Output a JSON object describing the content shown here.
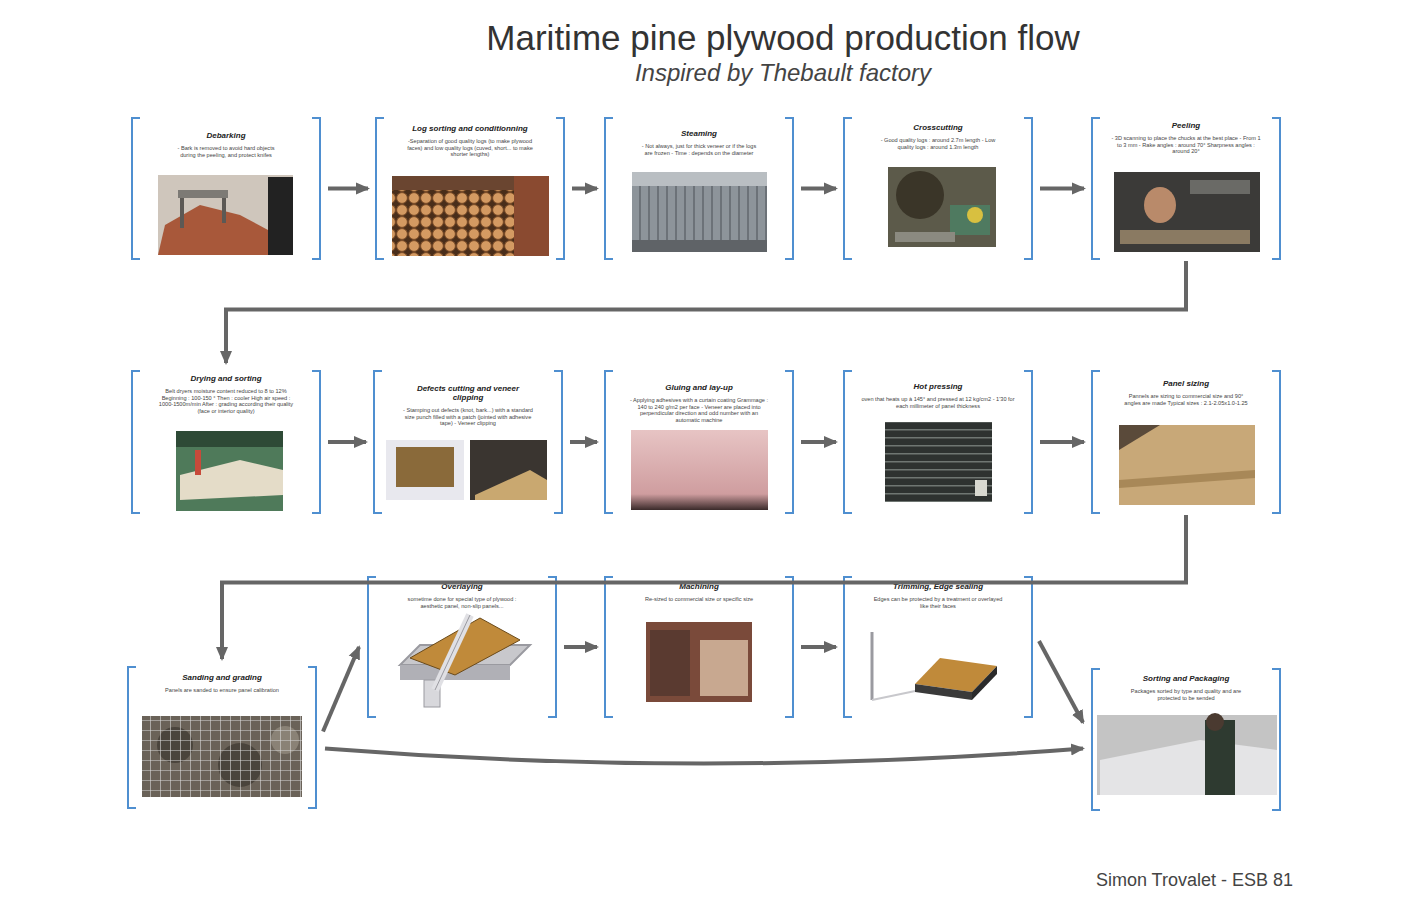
{
  "diagram": {
    "title": "Maritime pine plywood production flow",
    "nodes": [
      {
        "text": [
          "Debarking",
          "- Bark is removed to avoid hard objects during the peeling, and protect knifes"
        ]
      },
      {
        "text": [
          "Log sorting and conditionning",
          "-Separation of good quality logs (to make plywood faces) and low quality logs (cuved, short... to make shorter lengths)"
        ]
      },
      {
        "text": [
          "Steaming",
          "- Not always, just for thick veneer or if the logs are frozen - Time : depends on the diameter"
        ]
      },
      {
        "text": [
          "Crosscutting",
          "- Good quality logs : around 2.7m length - Low quality logs : around 1.3m length"
        ]
      },
      {
        "text": [
          "Peeling",
          "- 3D scanning to place the chucks at the best place - From 1 to 3 mm - Rake angles : around 70° Sharpness angles : around 20°"
        ]
      },
      {
        "text": [
          "Drying and sorting",
          "Belt dryers moisture content reduced to 8 to 12% Beginning : 100-150 ° Then : cooler High air speed : 1000-1500m/min After : grading according their quality (face or interior quality)"
        ]
      },
      {
        "text": [
          "Defects cutting and veneer clipping",
          "- Stamping out defects (knot, bark...) with a standard size punch filled with a patch (jointed with adhesive tape) - Veneer clipping"
        ]
      },
      {
        "text": [
          "Gluing and lay-up",
          "- Applying adhesives with a curtain coating Grammage : 140 to 240 g/m2 per face - Veneer are placed into perpendicular direction and odd number with an automatic machine"
        ]
      },
      {
        "text": [
          "Hot pressing",
          "oven that heats up à 145° and pressed at 12 kg/cm2 - 1'30 for each millimeter of panel thickness"
        ]
      },
      {
        "text": [
          "Panel sizing",
          "Pannels are sizing to commercial size and 90° angles are made Typical sizes : 2.1-2.05x1.0-1.25"
        ]
      },
      {
        "text": [
          "Sanding and grading",
          "Panels are sanded to ensure panel calibration"
        ]
      },
      {
        "text": [
          "Overlaying",
          "sometime done for special type of plywood : aesthetic panel, non-slip panels..."
        ]
      },
      {
        "text": [
          "Machining",
          "Re-sized to commercial size or specific size"
        ]
      },
      {
        "text": [
          "Trimming, Edge sealing",
          "Edges can be protected by a treatment or overlayed like their faces"
        ]
      },
      {
        "text": [
          "Sorting and Packaging",
          "Packages sorted by type and quality and are protected to be sended"
        ]
      }
    ],
    "edges": [
      {
        "from": 0,
        "to": 1,
        "arrow": "to"
      },
      {
        "from": 1,
        "to": 2,
        "arrow": "to"
      },
      {
        "from": 2,
        "to": 3,
        "arrow": "to"
      },
      {
        "from": 3,
        "to": 4,
        "arrow": "to"
      },
      {
        "from": 4,
        "to": 5,
        "arrow": "to"
      },
      {
        "from": 5,
        "to": 6,
        "arrow": "to"
      },
      {
        "from": 6,
        "to": 7,
        "arrow": "to"
      },
      {
        "from": 7,
        "to": 8,
        "arrow": "to"
      },
      {
        "from": 8,
        "to": 9,
        "arrow": "to"
      },
      {
        "from": 9,
        "to": 10,
        "arrow": "to"
      },
      {
        "from": 10,
        "to": 11,
        "arrow": "to"
      },
      {
        "from": 11,
        "to": 12,
        "arrow": "to"
      },
      {
        "from": 12,
        "to": 13,
        "arrow": "to"
      },
      {
        "from": 13,
        "to": 14,
        "arrow": "to"
      },
      {
        "from": 10,
        "to": 14,
        "arrow": "to"
      }
    ],
    "labels": [
      "Inspired by Thebault factory",
      "Simon Trovalet - ESB 81"
    ]
  }
}
